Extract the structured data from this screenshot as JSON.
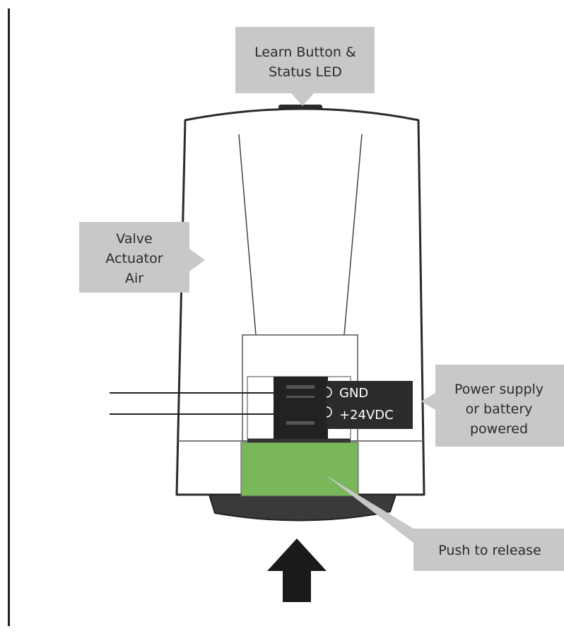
{
  "labels": {
    "learn_button_line1": "Learn Button &",
    "learn_button_line2": "Status LED",
    "valve_line1": "Valve",
    "valve_line2": "Actuator",
    "valve_line3": "Air",
    "power_line1": "Power supply",
    "power_line2": "or battery",
    "power_line3": "powered",
    "push_release": "Push to release"
  },
  "terminals": {
    "gnd": "GND",
    "vdc": "+24VDC"
  },
  "colors": {
    "callout_bg": "#c8c8c8",
    "release_button": "#7ab65a",
    "device_outline": "#2a2a2a",
    "terminal_block": "#2b2b2b",
    "arrow": "#1a1a1a"
  }
}
